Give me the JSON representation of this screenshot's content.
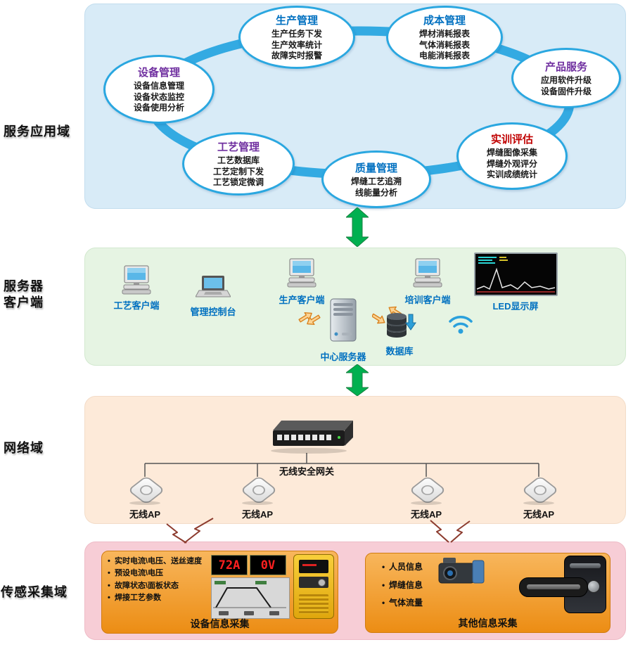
{
  "side_labels": {
    "app_domain": "服务应用域",
    "server_domain_line1": "服务器",
    "server_domain_line2": "客户端",
    "network_domain": "网络域",
    "sensor_domain": "传感采集域"
  },
  "app_domain": {
    "bubbles": [
      {
        "title": "生产管理",
        "title_color": "#0070c0",
        "items": [
          "生产任务下发",
          "生产效率统计",
          "故障实时报警"
        ]
      },
      {
        "title": "成本管理",
        "title_color": "#0070c0",
        "items": [
          "焊材消耗报表",
          "气体消耗报表",
          "电能消耗报表"
        ]
      },
      {
        "title": "设备管理",
        "title_color": "#7030a0",
        "items": [
          "设备信息管理",
          "设备状态监控",
          "设备使用分析"
        ]
      },
      {
        "title": "产品服务",
        "title_color": "#7030a0",
        "items": [
          "应用软件升级",
          "设备固件升级"
        ]
      },
      {
        "title": "工艺管理",
        "title_color": "#7030a0",
        "items": [
          "工艺数据库",
          "工艺定制下发",
          "工艺锁定微调"
        ]
      },
      {
        "title": "质量管理",
        "title_color": "#0070c0",
        "items": [
          "焊缝工艺追溯",
          "线能量分析"
        ]
      },
      {
        "title": "实训评估",
        "title_color": "#c00000",
        "items": [
          "焊缝图像采集",
          "焊缝外观评分",
          "实训成绩统计"
        ]
      }
    ]
  },
  "server_domain": {
    "process_client": "工艺客户端",
    "mgmt_console": "管理控制台",
    "production_client": "生产客户端",
    "training_client": "培训客户端",
    "led_display": "LED显示屏",
    "central_server": "中心服务器",
    "database": "数据库"
  },
  "network_domain": {
    "gateway": "无线安全网关",
    "aps": [
      "无线AP",
      "无线AP",
      "无线AP",
      "无线AP"
    ]
  },
  "sensor_domain": {
    "device_box": {
      "bullets": [
        "实时电流\\电压、送丝速度",
        "预设电流\\电压",
        "故障状态\\面板状态",
        "焊接工艺参数"
      ],
      "display_current": "72A",
      "display_voltage": "0V",
      "caption": "设备信息采集"
    },
    "other_box": {
      "bullets": [
        "人员信息",
        "焊缝信息",
        "气体流量"
      ],
      "caption": "其他信息采集"
    }
  },
  "colors": {
    "app_box_bg": "#d8ebf7",
    "ring_blue": "#2aa7e0",
    "server_box_bg": "#e6f4e3",
    "network_box_bg": "#fdead9",
    "sensor_box_bg": "#f7cdd6",
    "accent_green": "#00b050",
    "label_blue": "#0070c0",
    "orange_box": "#f09b2e"
  }
}
